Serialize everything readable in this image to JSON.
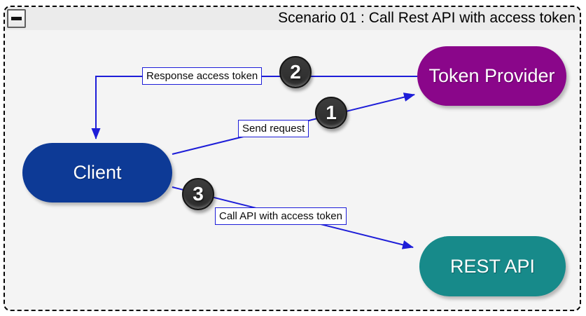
{
  "window": {
    "title": "Scenario 01 : Call Rest API with access token"
  },
  "diagram": {
    "line_color": "#1d1dd8",
    "step_badge_color": "#2f2f2f",
    "nodes": [
      {
        "id": "client",
        "label": "Client",
        "color": "#0d3a96"
      },
      {
        "id": "token-provider",
        "label": "Token Provider",
        "color": "#8a068a"
      },
      {
        "id": "rest-api",
        "label": "REST API",
        "color": "#178a8a"
      }
    ],
    "edges": [
      {
        "id": "request",
        "step": "1",
        "label": "Send request",
        "from": "client",
        "to": "token-provider"
      },
      {
        "id": "response",
        "step": "2",
        "label": "Response access token",
        "from": "token-provider",
        "to": "client"
      },
      {
        "id": "call",
        "step": "3",
        "label": "Call API with access token",
        "from": "client",
        "to": "rest-api"
      }
    ]
  }
}
